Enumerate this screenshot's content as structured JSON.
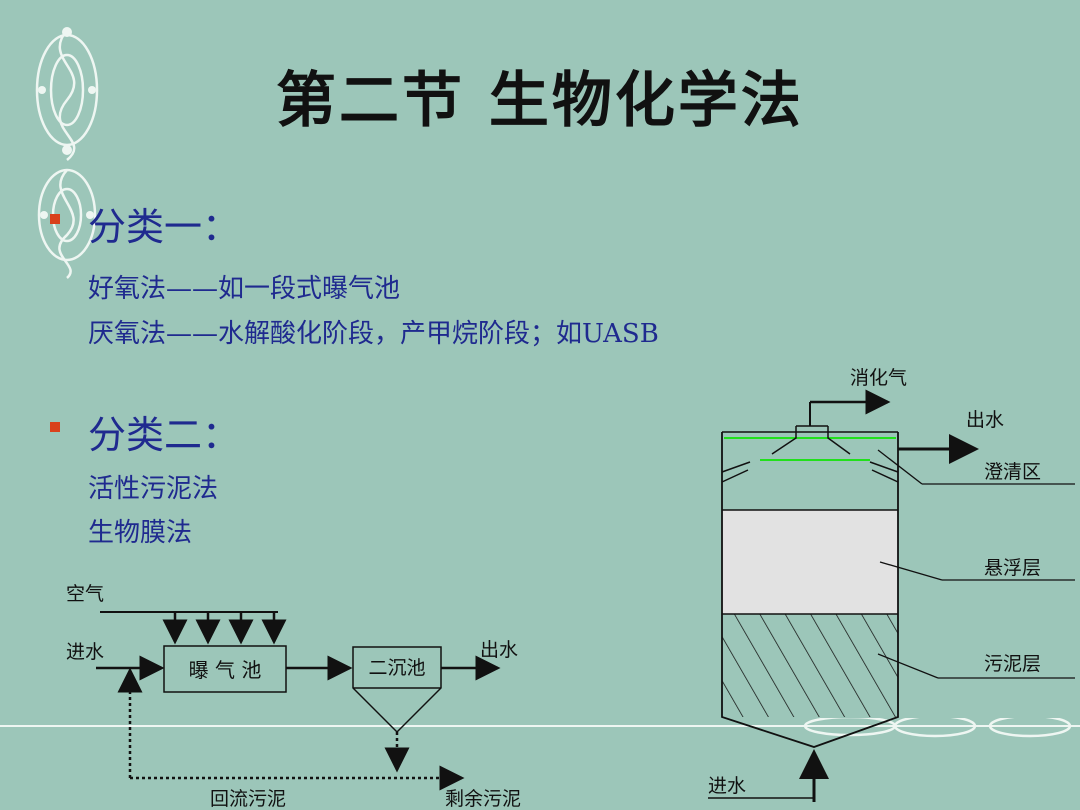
{
  "title": "第二节 生物化学法",
  "section1": {
    "heading": "分类一：",
    "lines": [
      "好氧法——如一段式曝气池",
      "厌氧法——水解酸化阶段，产甲烷阶段；如UASB"
    ]
  },
  "section2": {
    "heading": "分类二：",
    "lines": [
      "活性污泥法",
      "生物膜法"
    ]
  },
  "process_diagram": {
    "air": "空气",
    "inflow": "进水",
    "aeration_tank": "曝 气 池",
    "settling_tank": "二沉池",
    "outflow": "出水",
    "return_sludge": "回流污泥",
    "excess_sludge": "剩余污泥"
  },
  "uasb_diagram": {
    "gas": "消化气",
    "outflow": "出水",
    "clarification_zone": "澄清区",
    "suspension_layer": "悬浮层",
    "sludge_layer": "污泥层",
    "inflow": "进水"
  }
}
